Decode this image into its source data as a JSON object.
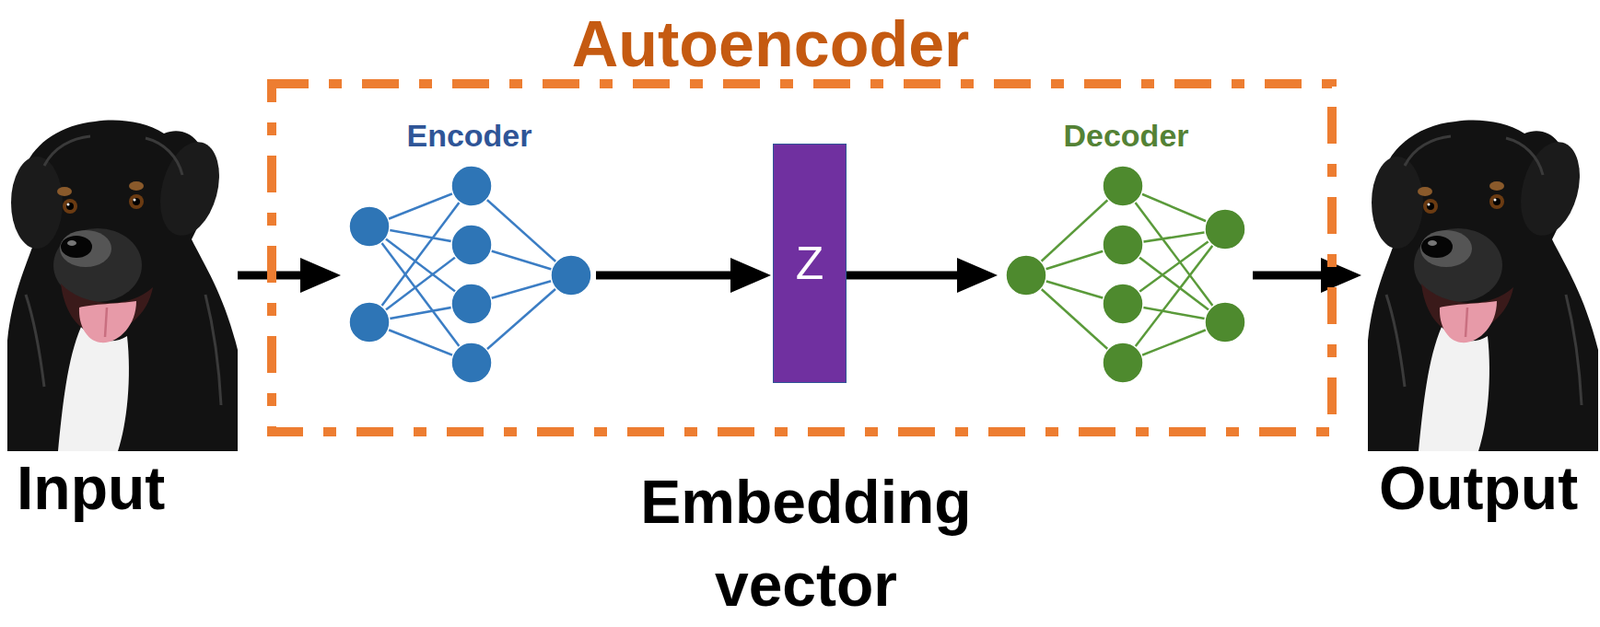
{
  "diagram": {
    "nodes": [
      {
        "text": [
          "Input"
        ]
      },
      {
        "text": [
          "Autoencoder"
        ]
      },
      {
        "text": [
          "Encoder"
        ],
        "in": 1
      },
      {
        "text": [
          "Z"
        ],
        "in": 1
      },
      {
        "text": [
          "Decoder"
        ],
        "in": 1
      },
      {
        "text": [
          "Output"
        ]
      }
    ],
    "edges": [
      {
        "from": 0,
        "to": 2,
        "arrow": "to"
      },
      {
        "from": 2,
        "to": 3,
        "arrow": "to"
      },
      {
        "from": 3,
        "to": 4,
        "arrow": "to"
      },
      {
        "from": 4,
        "to": 5,
        "arrow": "to"
      }
    ],
    "labels": [
      "Embedding vector"
    ]
  }
}
